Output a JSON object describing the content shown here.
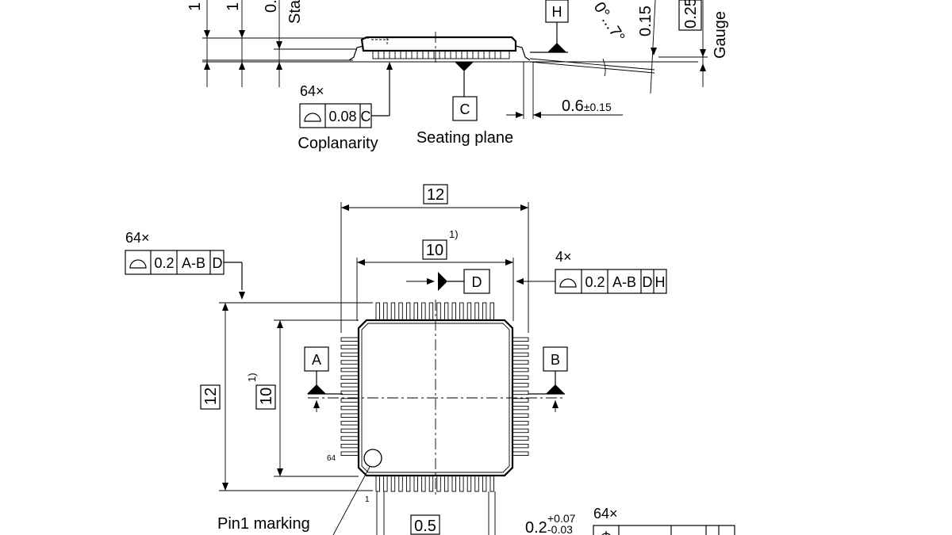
{
  "side_view": {
    "dim_labels_top": [
      "1",
      "1",
      "0.",
      "Sta"
    ],
    "datum_h": "H",
    "angle_label": "0°...7°",
    "dim_015": "0.15",
    "dim_025": "0.25",
    "gauge": "Gauge",
    "count_coplanarity": "64×",
    "coplanarity_frame": [
      "0.08",
      "C"
    ],
    "coplanarity_label": "Coplanarity",
    "datum_c": "C",
    "seating_plane": "Seating plane",
    "lead_length_main": "0.6",
    "lead_length_tol": "±0.15"
  },
  "top_view": {
    "dim_body_outer": "12",
    "dim_body_inner": "10",
    "note_ref": "1)",
    "count_left_frame": "64×",
    "left_frame": [
      "0.2",
      "A-B",
      "D"
    ],
    "count_right_frame": "4×",
    "right_frame": [
      "0.2",
      "A-B",
      "D",
      "H"
    ],
    "datum_d": "D",
    "datum_a": "A",
    "datum_b": "B",
    "dim_vertical_outer": "12",
    "dim_vertical_inner": "10",
    "pin_64": "64",
    "pin_1": "1",
    "pin1_marking": "Pin1 marking",
    "pitch": "0.5",
    "lead_width_main": "0.2",
    "lead_width_plus": "+0.07",
    "lead_width_minus": "-0.03",
    "count_bottom_frame": "64×"
  }
}
